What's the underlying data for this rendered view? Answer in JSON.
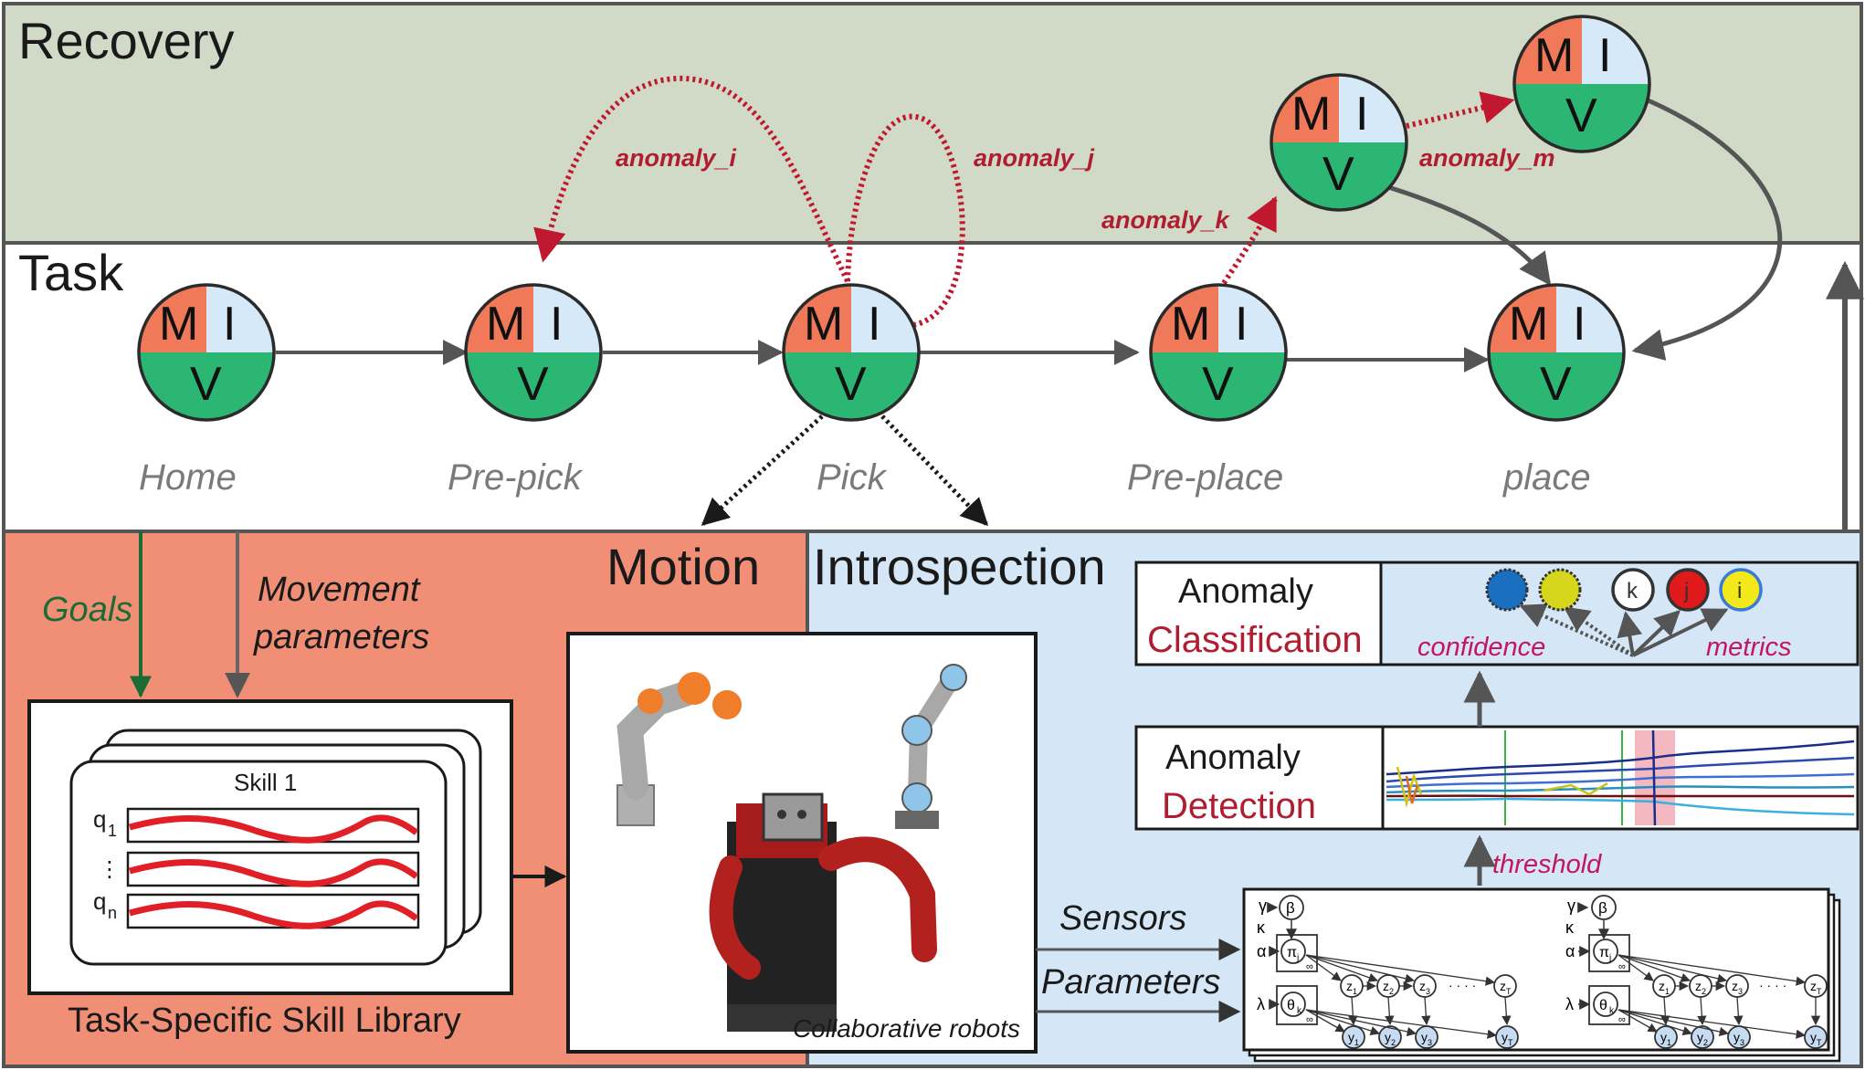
{
  "layers": {
    "recovery": "Recovery",
    "task": "Task",
    "motion": "Motion",
    "introspection": "Introspection"
  },
  "mvi": {
    "m": "M",
    "i": "I",
    "v": "V"
  },
  "states": [
    "Home",
    "Pre-pick",
    "Pick",
    "Pre-place",
    "place"
  ],
  "anomalies": {
    "i": "anomaly_i",
    "j": "anomaly_j",
    "k": "anomaly_k",
    "m": "anomaly_m"
  },
  "motion": {
    "goals": "Goals",
    "movement_1": "Movement",
    "movement_2": "parameters",
    "skill": "Skill 1",
    "q1": "q",
    "q1_sub": "1",
    "dots": "⋮",
    "qn": "q",
    "qn_sub": "n",
    "library": "Task-Specific Skill Library",
    "robots": "Collaborative robots"
  },
  "introspection": {
    "anomaly": "Anomaly",
    "classification": "Classification",
    "detection": "Detection",
    "confidence": "confidence",
    "metrics": "metrics",
    "threshold": "threshold",
    "sensors": "Sensors",
    "parameters": "Parameters",
    "circle_k": "k",
    "circle_j": "j",
    "circle_i": "i"
  },
  "graphical_model": {
    "gamma": "γ",
    "beta": "β",
    "kappa": "κ",
    "alpha": "α",
    "pi": "π",
    "pi_sub": "j",
    "lambda": "λ",
    "theta": "θ",
    "theta_sub": "k",
    "inf": "∞",
    "z": "z",
    "y": "y",
    "s1": "1",
    "s2": "2",
    "s3": "3",
    "sT": "T",
    "ellipsis": "· · · ·"
  },
  "colors": {
    "recovery_bg": "#d1dac6",
    "motion_bg": "#f08f76",
    "introspection_bg": "#d5e7f6",
    "m_quadrant": "#f0795a",
    "i_quadrant": "#d6e9f8",
    "v_half": "#2cb673",
    "anomaly_arrow": "#c0192f",
    "gray_arrow": "#555555",
    "goals": "#1b6b35"
  }
}
